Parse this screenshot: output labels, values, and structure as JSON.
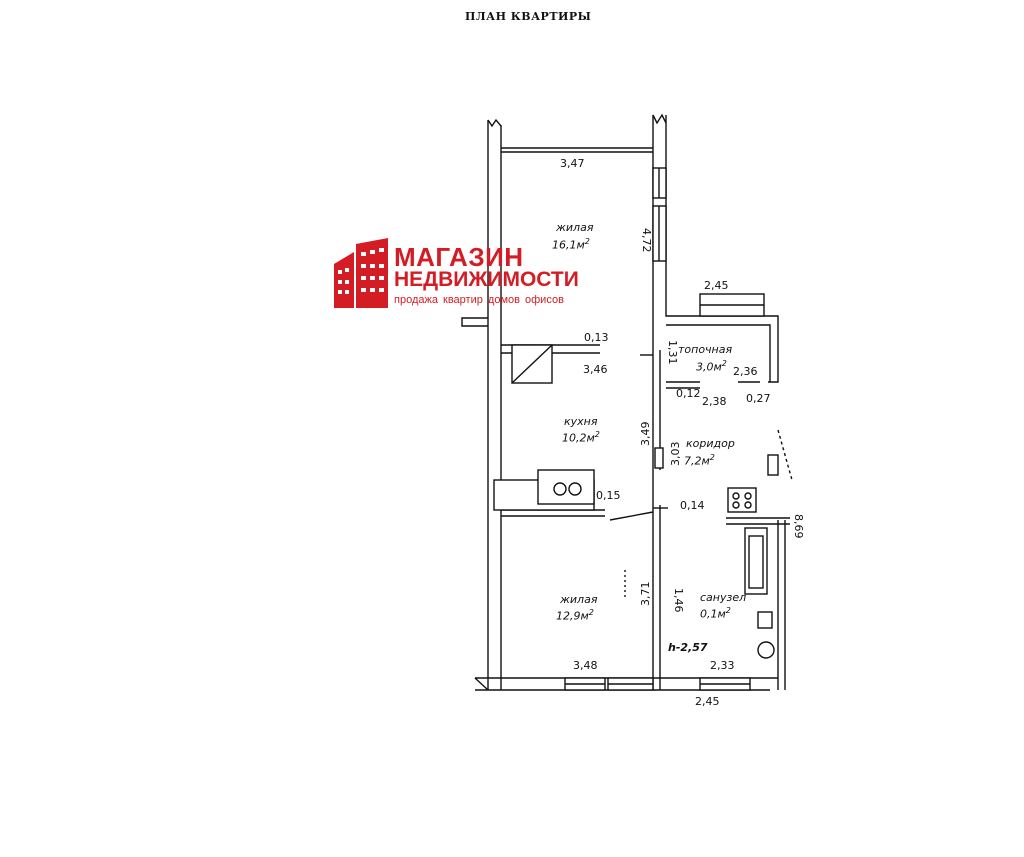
{
  "title": "ПЛАН КВАРТИРЫ",
  "logo": {
    "line1": "МАГАЗИН",
    "line2": "НЕДВИЖИМОСТИ",
    "line3": "продажа квартир домов офисов",
    "color": "#d41c24"
  },
  "rooms": {
    "living_top": {
      "name": "жилая",
      "area": "16,1м"
    },
    "kitchen": {
      "name": "кухня",
      "area": "10,2м"
    },
    "living_bottom": {
      "name": "жилая",
      "area": "12,9м"
    },
    "furnace": {
      "name": "топочная",
      "area": "3,0м"
    },
    "corridor": {
      "name": "коридор",
      "area": "7,2м"
    },
    "bathroom": {
      "name": "санузел",
      "area": "0,1м"
    }
  },
  "area_suffix": "2",
  "dimensions": {
    "top_width": "3,47",
    "living_top_height": "4,72",
    "furnace_top": "2,45",
    "kitchen_partition": "0,13",
    "kitchen_width": "3,46",
    "furnace_height": "1,31",
    "furnace_width": "2,36",
    "partition_012": "0,12",
    "corridor_width": "2,38",
    "partition_027": "0,27",
    "kitchen_height": "3,49",
    "corridor_height": "3,03",
    "partition_015": "0,15",
    "partition_014": "0,14",
    "total_height": "8,69",
    "living_bottom_height": "3,71",
    "bath_height": "1,46",
    "ceiling": "h-2,57",
    "bath_width": "2,33",
    "bottom_width": "3,48",
    "bottom_right_width": "2,45"
  }
}
